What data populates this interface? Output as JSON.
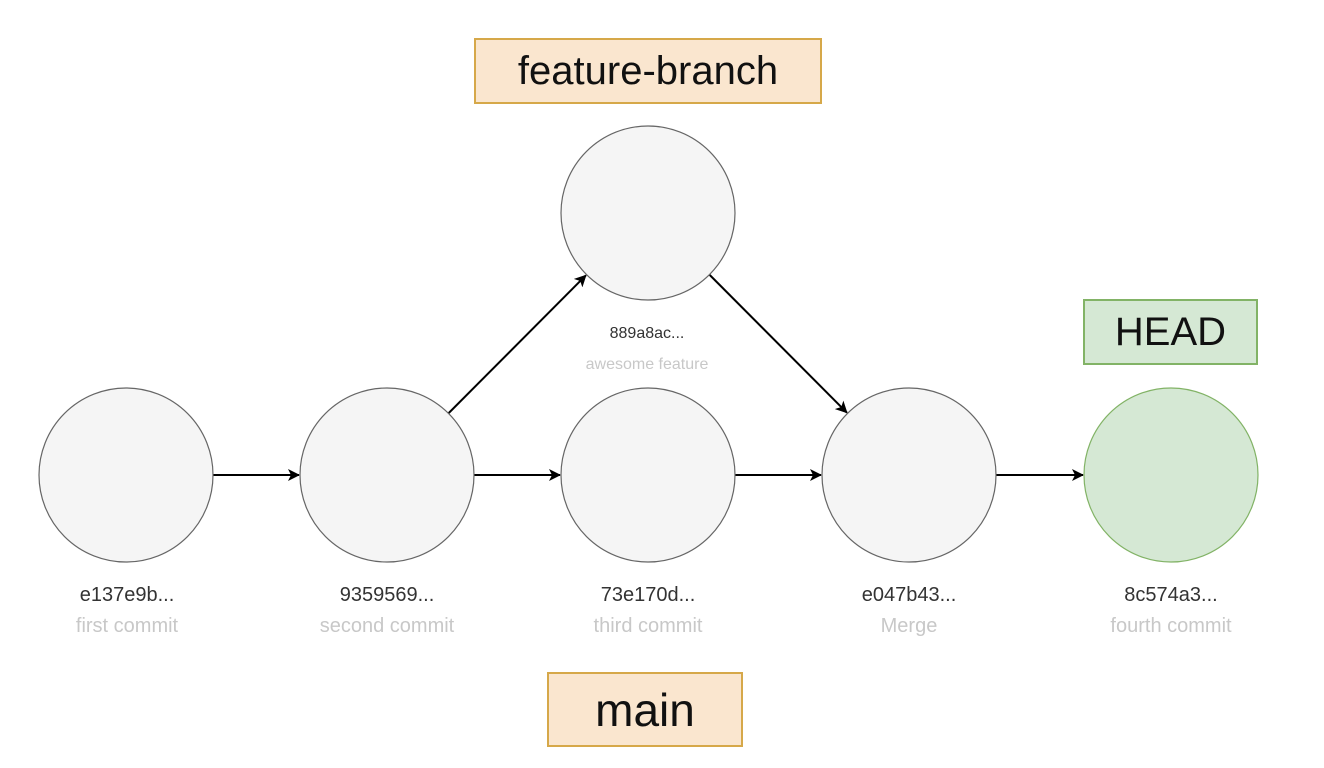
{
  "colors": {
    "commit_fill": "#f5f5f5",
    "commit_stroke": "#666666",
    "head_fill": "#d5e8d4",
    "head_stroke": "#82b366",
    "branch_fill": "#fae6cf",
    "branch_stroke": "#d6a849",
    "head_label_fill": "#d5e8d4",
    "head_label_stroke": "#82b366",
    "message_text": "#c8c8c8",
    "arrow": "#000000"
  },
  "labels": {
    "feature_branch": "feature-branch",
    "main": "main",
    "head": "HEAD"
  },
  "commits": [
    {
      "id": "c1",
      "hash": "e137e9b...",
      "message": "first commit"
    },
    {
      "id": "c2",
      "hash": "9359569...",
      "message": "second commit"
    },
    {
      "id": "c3",
      "hash": "73e170d...",
      "message": "third commit"
    },
    {
      "id": "c4",
      "hash": "e047b43...",
      "message": "Merge"
    },
    {
      "id": "c5",
      "hash": "8c574a3...",
      "message": "fourth commit"
    },
    {
      "id": "f1",
      "hash": "889a8ac...",
      "message": "awesome feature"
    }
  ],
  "edges": [
    {
      "from": "c1",
      "to": "c2"
    },
    {
      "from": "c2",
      "to": "c3"
    },
    {
      "from": "c2",
      "to": "f1"
    },
    {
      "from": "f1",
      "to": "c4"
    },
    {
      "from": "c3",
      "to": "c4"
    },
    {
      "from": "c4",
      "to": "c5"
    }
  ]
}
